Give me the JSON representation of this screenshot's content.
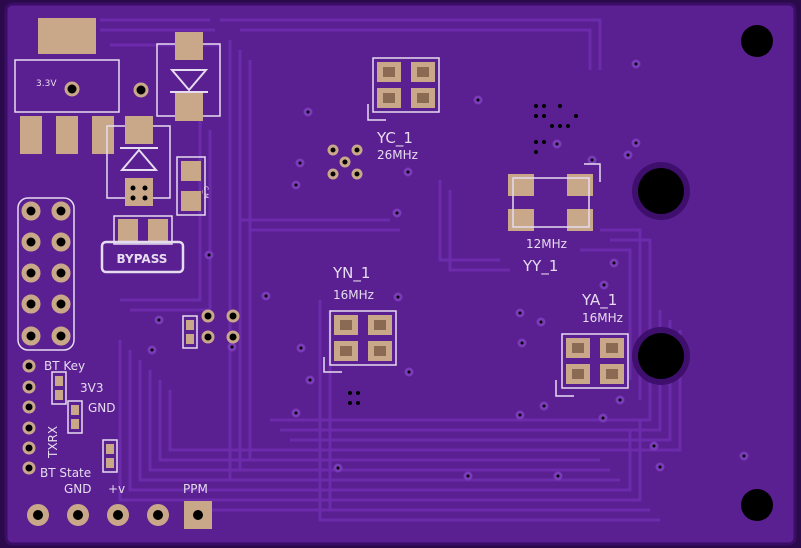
{
  "colors": {
    "board": "#5a1f91",
    "board_dark": "#3f0f6e",
    "copper_trace": "#6a2aa8",
    "pad": "#c9a88a",
    "silk": "#e6dcef",
    "hole": "#000000"
  },
  "labels": {
    "reg_3v3": "3.3V",
    "yc": "YC_1",
    "yc_freq": "26MHz",
    "yy": "YY_1",
    "yy_freq": "12MHz",
    "yn": "YN_1",
    "yn_freq": "16MHz",
    "ya": "YA_1",
    "ya_freq": "16MHz",
    "bypass": "BYPASS",
    "bt_key": "BT Key",
    "v33": "3V3",
    "gnd": "GND",
    "txrx": "TXRX",
    "bt_state": "BT State",
    "bottom_gnd": "GND",
    "bottom_v": "+v",
    "ppm": "PPM",
    "c_small": "C_M"
  }
}
